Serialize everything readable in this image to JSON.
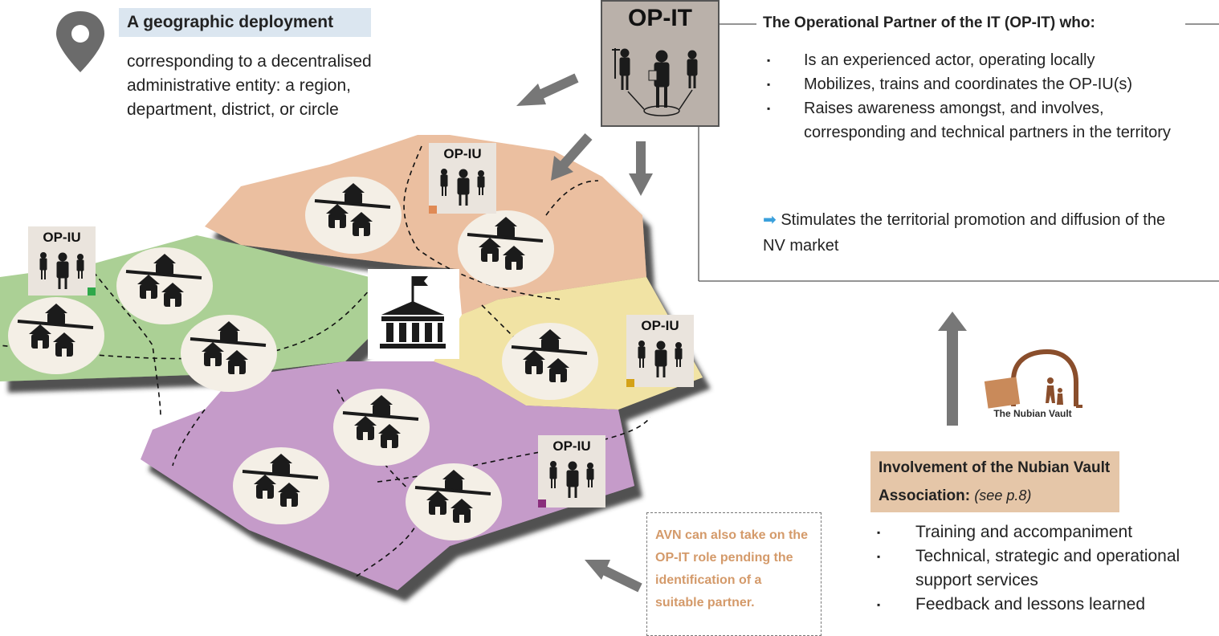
{
  "geo": {
    "pin_icon": "map-pin-icon",
    "title": "A geographic deployment",
    "description": "corresponding to a decentralised administrative entity: a region, department, district, or circle"
  },
  "opit": {
    "label": "OP-IT",
    "icon": "people-network-icon",
    "heading": "The Operational Partner of the IT (OP-IT) who:",
    "bullets": [
      "Is an experienced actor, operating locally",
      "Mobilizes, trains and coordinates the OP-IU(s)",
      "Raises awareness amongst, and involves, corresponding and technical partners in the territory"
    ],
    "outcome_arrow": "➡",
    "outcome_text": " Stimulates the territorial promotion and diffusion of the NV market"
  },
  "opiu_cards": [
    {
      "label": "OP-IU",
      "zone_color": "#e08a55"
    },
    {
      "label": "OP-IU",
      "zone_color": "#2fa84a"
    },
    {
      "label": "OP-IU",
      "zone_color": "#d4a218"
    },
    {
      "label": "OP-IU",
      "zone_color": "#8a2e7c"
    }
  ],
  "map": {
    "zone_colors": {
      "peach": "#ebbfa0",
      "green": "#abd095",
      "yellow": "#f1e3a4",
      "purple": "#c59bc9"
    },
    "village_icon": "village-huts-icon",
    "town_hall_icon": "town-hall-icon"
  },
  "avn": {
    "logo_icon": "nubian-vault-logo",
    "logo_caption": "The Nubian Vault",
    "heading": "Involvement of the Nubian Vault Association:",
    "ref": "(see p.8)",
    "bullets": [
      "Training and accompaniment",
      "Technical, strategic and operational support services",
      "Feedback and lessons learned"
    ]
  },
  "note": {
    "text": "AVN can also take on the OP-IT role pending the identification of a suitable partner."
  },
  "colors": {
    "arrow_grey": "#777777",
    "outcome_arrow": "#3aa0dc",
    "note_text": "#d49a6a"
  }
}
